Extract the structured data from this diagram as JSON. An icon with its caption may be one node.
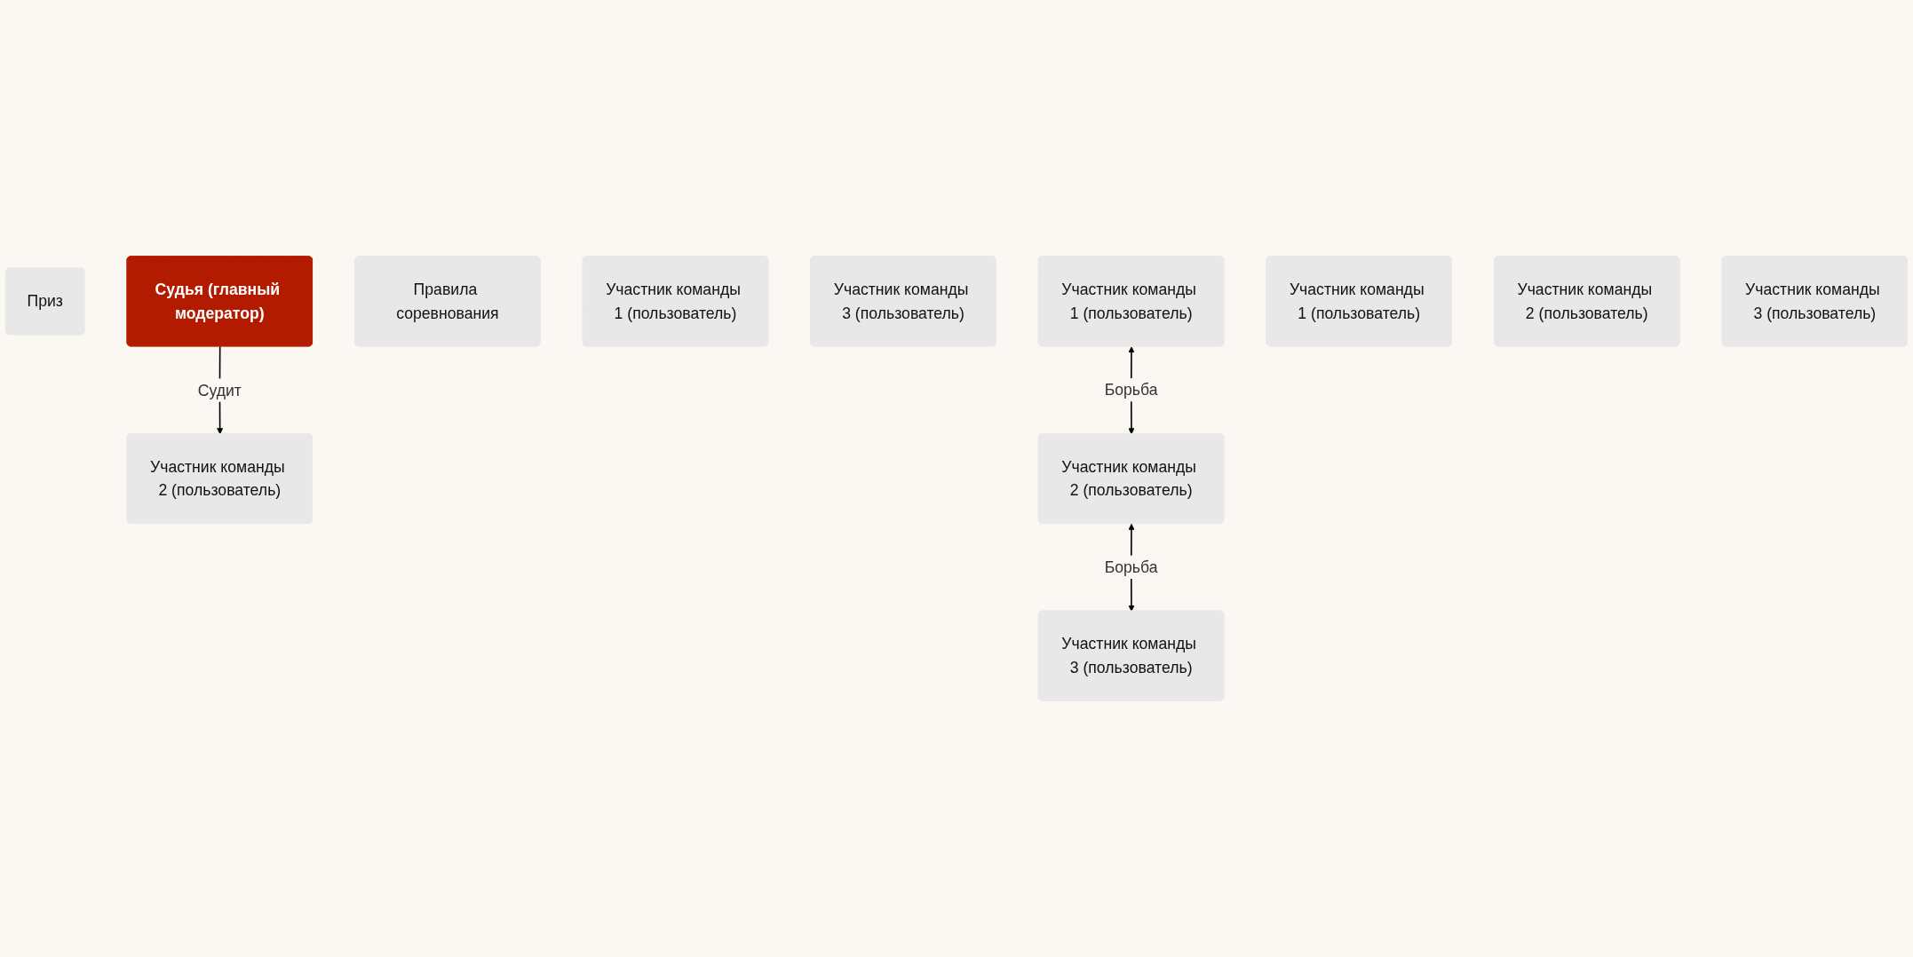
{
  "diagram": {
    "nodes": [
      {
        "text": [
          "Приз"
        ]
      },
      {
        "text": [
          "Судья (главный модератор)"
        ]
      },
      {
        "text": [
          "Правила соревнования"
        ]
      },
      {
        "text": [
          "Участник команды 1 (пользователь)"
        ]
      },
      {
        "text": [
          "Участник команды 2 (пользователь)"
        ]
      },
      {
        "text": [
          "Участник команды 3 (пользователь)"
        ]
      },
      {
        "text": [
          "Участник команды 1 (пользователь)"
        ]
      },
      {
        "text": [
          "Участник команды 2 (пользователь)"
        ]
      },
      {
        "text": [
          "Участник команды 3 (пользователь)"
        ]
      },
      {
        "text": [
          "Участник команды 1 (пользователь)"
        ]
      },
      {
        "text": [
          "Участник команды 2 (пользователь)"
        ]
      },
      {
        "text": [
          "Участник команды 3 (пользователь)"
        ]
      }
    ],
    "edges": [
      {
        "from": 1,
        "to": 4,
        "arrow": "to",
        "label": "Судит"
      },
      {
        "from": 6,
        "to": 7,
        "arrow": "both",
        "label": "Борьба"
      },
      {
        "from": 7,
        "to": 8,
        "arrow": "both",
        "label": "Борьба"
      }
    ]
  }
}
